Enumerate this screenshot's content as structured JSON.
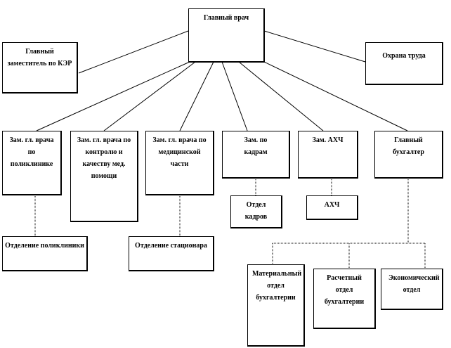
{
  "chart": {
    "chief": "Главный врач",
    "deputy_ker": "Главный заместитель по КЭР",
    "labor_safety": "Охрана труда",
    "deputy_polyclinic": "Зам. гл. врача по поликлинике",
    "deputy_quality": "Зам. гл. врача по контролю и качеству мед. помощи",
    "deputy_medical": "Зам. гл. врача по медицинской части",
    "deputy_hr": "Зам. по кадрам",
    "deputy_ahch": "Зам. АХЧ",
    "chief_accountant": "Главный бухгалтер",
    "hr_dept": "Отдел кадров",
    "ahch": "АХЧ",
    "polyclinic_dept": "Отделение поликлиники",
    "hospital_dept": "Отделение стационара",
    "material_dept": "Материальный отдел бухгалтерии",
    "payroll_dept": "Расчетный отдел бухгалтерии",
    "economic_dept": "Экономический отдел"
  }
}
